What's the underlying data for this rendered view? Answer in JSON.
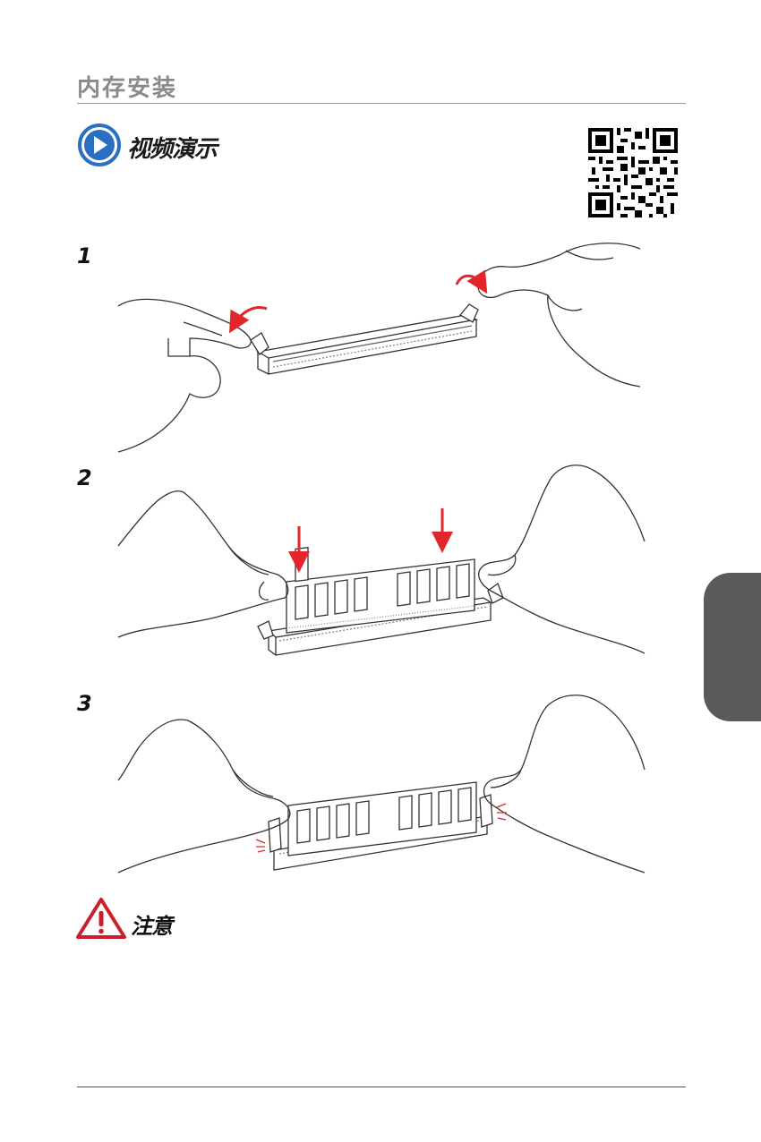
{
  "page": {
    "header": {
      "title": "内存安装"
    },
    "video": {
      "label": "视频演示",
      "icon": "play-circle-icon",
      "qr_icon": "qr-code-icon"
    },
    "steps": [
      {
        "number": "1",
        "illustration": "open-dimm-latches"
      },
      {
        "number": "2",
        "illustration": "insert-memory-module"
      },
      {
        "number": "3",
        "illustration": "latches-close-automatically"
      }
    ],
    "caution": {
      "label": "注意",
      "icon": "warning-triangle-icon"
    },
    "colors": {
      "accent_blue": "#2a6fc0",
      "arrow_red": "#e3262c",
      "warning_red": "#c8202c",
      "tab_gray": "#5a5a5a"
    }
  }
}
